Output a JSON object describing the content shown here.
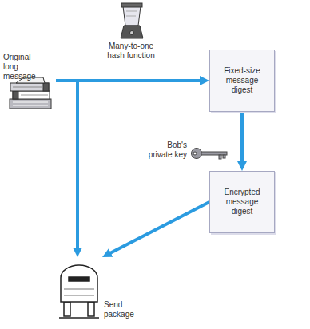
{
  "diagram": {
    "nodes": [
      {
        "text": [
          "Original long message"
        ]
      },
      {
        "text": [
          "Fixed-size message digest"
        ]
      },
      {
        "text": [
          "Encrypted message digest"
        ]
      },
      {
        "text": [
          "Send package"
        ]
      }
    ],
    "edges": [
      {
        "from": 0,
        "to": 1,
        "arrow": "to"
      },
      {
        "from": 0,
        "to": 3,
        "arrow": "to"
      },
      {
        "from": 1,
        "to": 2,
        "arrow": "to"
      },
      {
        "from": 2,
        "to": 3,
        "arrow": "to"
      }
    ],
    "labels": [
      "Many-to-one hash function",
      "Bob's private key"
    ]
  }
}
